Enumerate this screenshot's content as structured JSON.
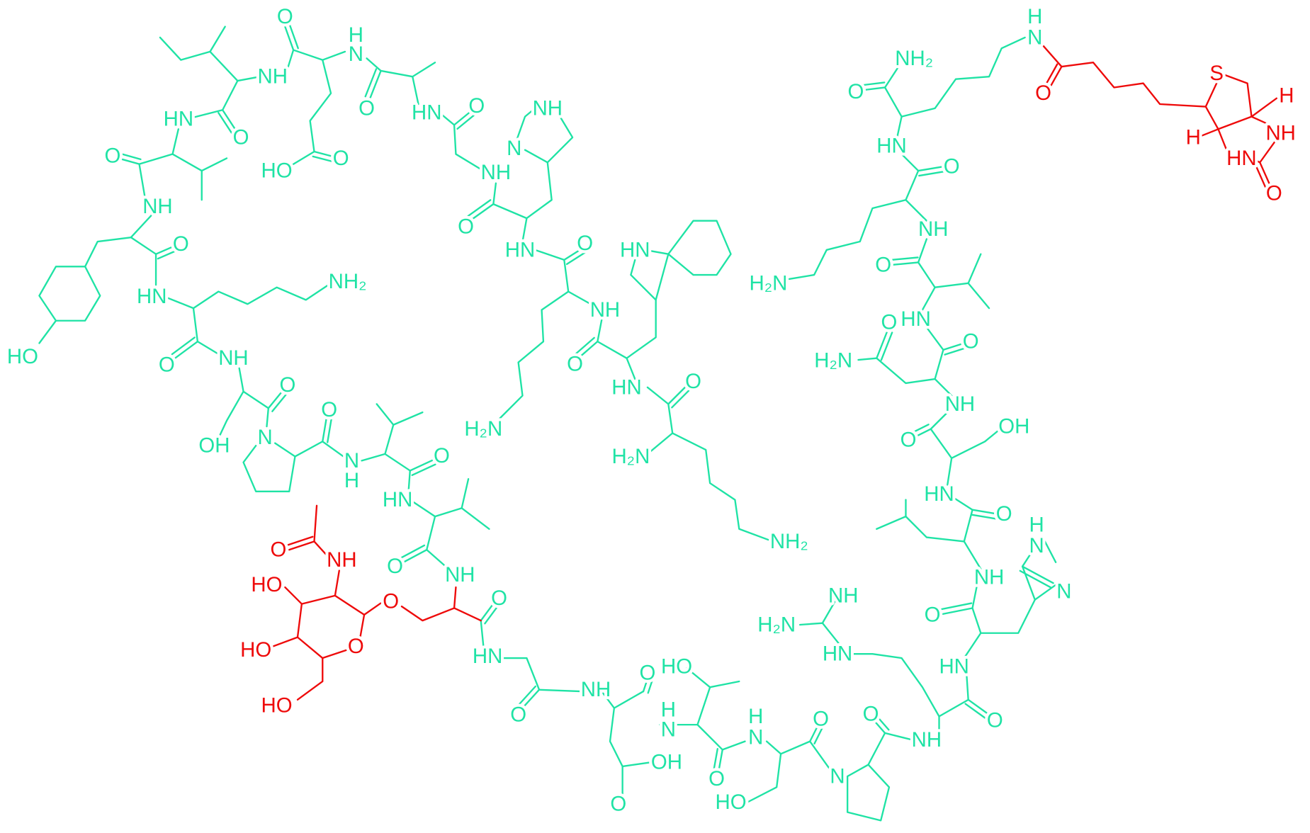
{
  "colors": {
    "peptide": "#1fe3a5",
    "modification": "#ee0a0a"
  },
  "labels": {
    "peptide": [
      "O",
      "H",
      "N",
      "NH",
      "O",
      "HN",
      "O",
      "HN",
      "O",
      "O",
      "HO",
      "O",
      "NH",
      "N",
      "NH",
      "NH",
      "O",
      "O",
      "HN",
      "NH₂",
      "HN",
      "O",
      "HN",
      "NH",
      "HO",
      "O",
      "NH",
      "O",
      "O",
      "HN",
      "O",
      "N",
      "O",
      "OH",
      "H₂N",
      "N",
      "H",
      "O",
      "H₂N",
      "HN",
      "NH₂",
      "O",
      "NH",
      "O",
      "HN",
      "O",
      "NH",
      "O",
      "HO",
      "N",
      "H",
      "OH",
      "O",
      "O",
      "N",
      "H",
      "O",
      "N",
      "O",
      "NH",
      "HO",
      "O",
      "HN",
      "H₂N",
      "NH",
      "HN",
      "O",
      "NH",
      "H",
      "N",
      "N",
      "O",
      "HN",
      "OH",
      "O",
      "NH",
      "O",
      "H₂N",
      "O",
      "HN",
      "O",
      "NH",
      "H₂N",
      "O",
      "HN",
      "O",
      "NH₂",
      "H",
      "N"
    ],
    "modification": [
      "O",
      "S",
      "H",
      "H",
      "NH",
      "HN",
      "O",
      "O",
      "NH",
      "HO",
      "O",
      "HO",
      "O",
      "HO"
    ]
  }
}
